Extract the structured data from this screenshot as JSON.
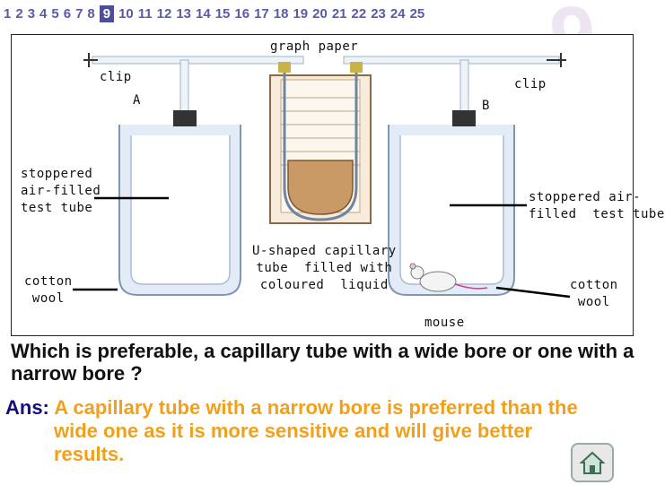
{
  "nav": {
    "pages": [
      "1",
      "2",
      "3",
      "4",
      "5",
      "6",
      "7",
      "8",
      "9",
      "10",
      "11",
      "12",
      "13",
      "14",
      "15",
      "16",
      "17",
      "18",
      "19",
      "20",
      "21",
      "22",
      "23",
      "24",
      "25"
    ],
    "active_page": "9"
  },
  "chapter_digit": "9",
  "diagram": {
    "labels": {
      "graph_paper": "graph paper",
      "clip_left": "clip",
      "clip_right": "clip",
      "tube_a": "A",
      "tube_b": "B",
      "stoppered_left": "stoppered\nair-filled\ntest tube",
      "stoppered_right": "stoppered air-\nfilled  test tube",
      "capillary": "U-shaped capillary\ntube  filled with\ncoloured  liquid",
      "cotton_left": "cotton\nwool",
      "cotton_right": "cotton\nwool",
      "mouse": "mouse"
    },
    "colors": {
      "liquid": "#c99a66",
      "glass": "#dde7f3",
      "stopper": "#333333",
      "frame": "#c9a37a"
    }
  },
  "question": "Which is preferable, a capillary tube with a wide bore or one with a narrow bore ?",
  "answer": {
    "label": "Ans:",
    "line1": "A capillary tube with a narrow bore is preferred than the",
    "line2": "wide one as it is more sensitive and will give better",
    "line3": "results."
  },
  "home_icon": "home-icon"
}
